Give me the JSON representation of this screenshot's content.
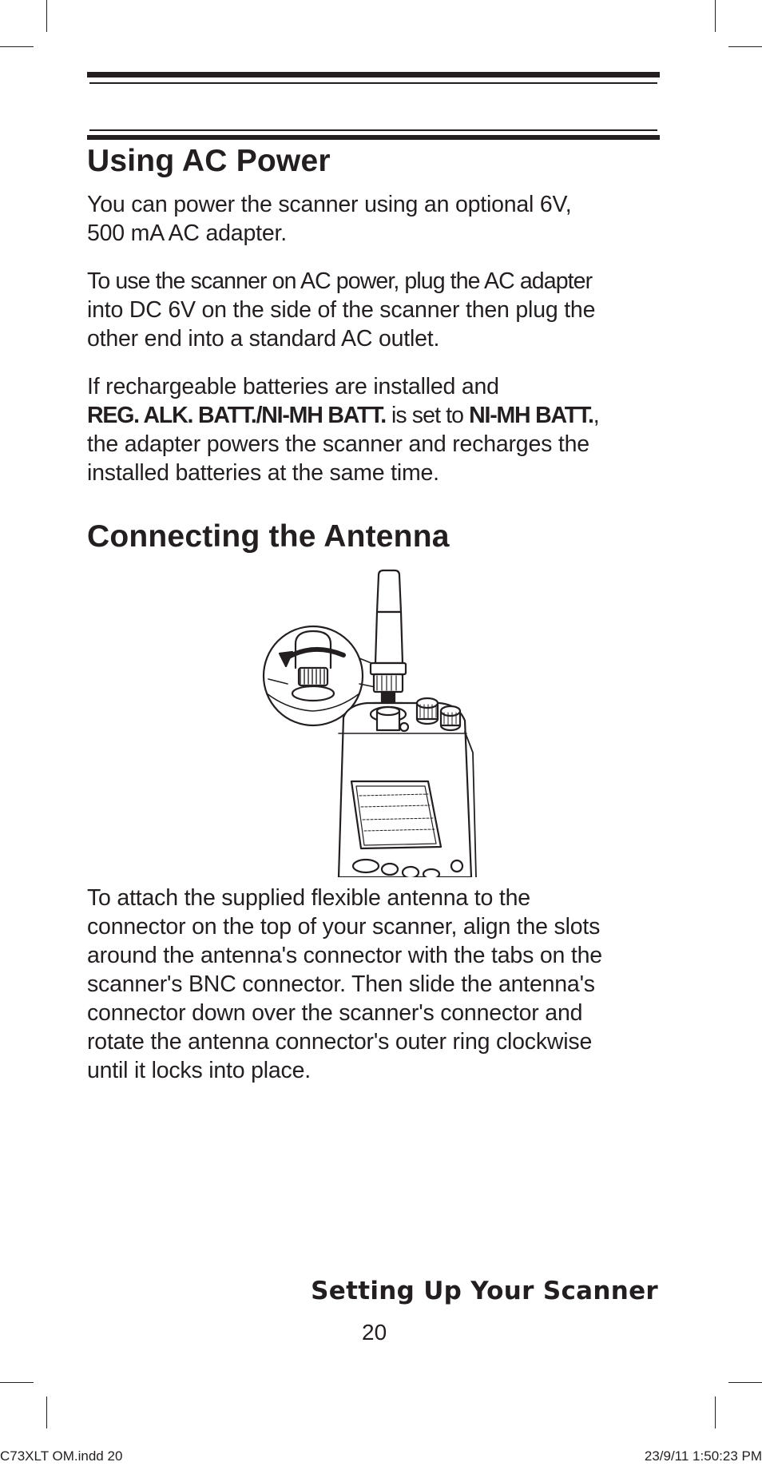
{
  "sections": [
    {
      "heading": "Using AC Power",
      "paragraphs": [
        {
          "lines": [
            "You can power the scanner using an optional 6V,",
            "500 mA AC adapter."
          ]
        },
        {
          "lines": [
            "To use the scanner on AC power, plug the AC adapter",
            "into DC 6V on the side of the scanner then plug the",
            "other end into a standard AC outlet."
          ]
        },
        {
          "line1": "If rechargeable batteries are installed and",
          "bold1": "REG. ALK. BATT./NI-MH BATT.",
          "mid": " is set to ",
          "bold2": "NI-MH BATT.",
          "tail": ",",
          "line3": "the adapter powers the scanner and recharges the",
          "line4": "installed batteries at the same time."
        }
      ]
    },
    {
      "heading": "Connecting the Antenna",
      "paragraphs": [
        {
          "lines": [
            "To attach the supplied flexible antenna to the",
            "connector on the top of your scanner, align the slots",
            "around the antenna's connector with the tabs on the",
            "scanner's BNC connector. Then slide the antenna's",
            "connector down over the scanner's connector and",
            "rotate the antenna connector's outer ring clockwise",
            "until it locks into place."
          ]
        }
      ]
    }
  ],
  "footer": {
    "section_title": "Setting Up Your Scanner",
    "page_number": "20"
  },
  "slug": {
    "file": "C73XLT OM.indd   20",
    "timestamp": "23/9/11   1:50:23 PM"
  }
}
